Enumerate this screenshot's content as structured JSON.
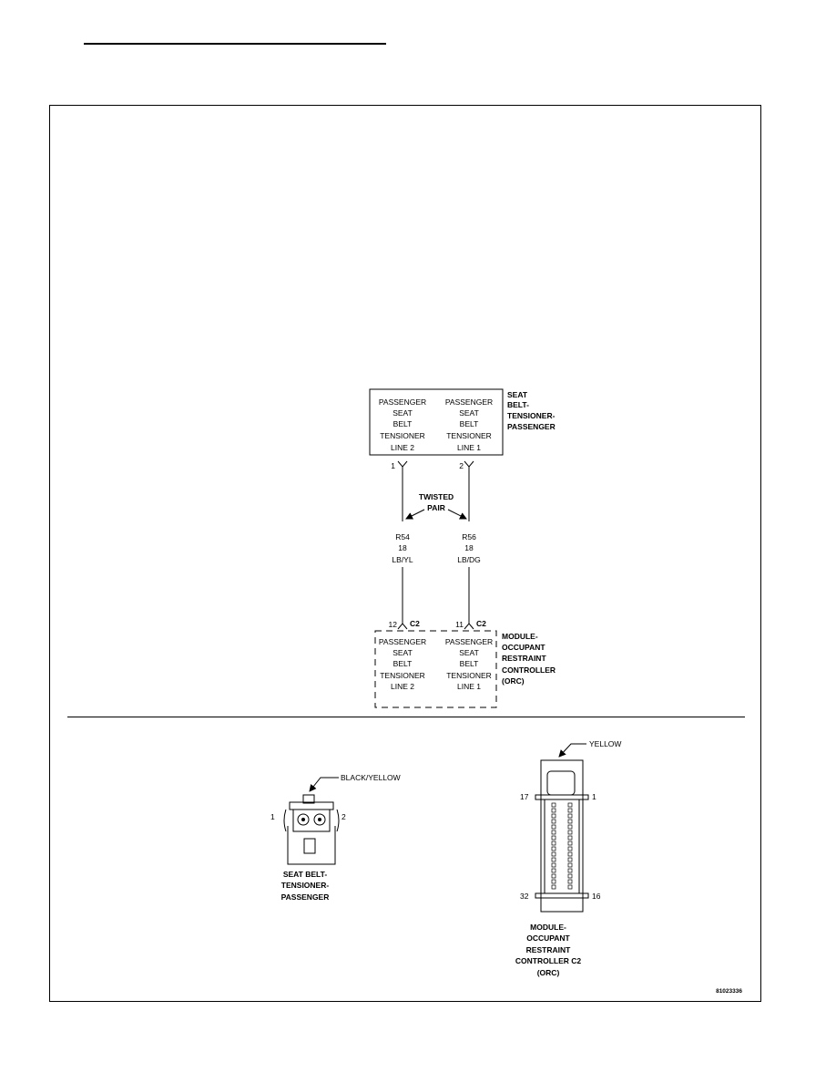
{
  "tensioner": {
    "title": [
      "SEAT",
      "BELT-",
      "TENSIONER-",
      "PASSENGER"
    ],
    "line2": [
      "PASSENGER",
      "SEAT",
      "BELT",
      "TENSIONER",
      "LINE 2"
    ],
    "line1": [
      "PASSENGER",
      "SEAT",
      "BELT",
      "TENSIONER",
      "LINE 1"
    ],
    "pin_left": "1",
    "pin_right": "2"
  },
  "twisted_pair": [
    "TWISTED",
    "PAIR"
  ],
  "wire_left": [
    "R54",
    "18",
    "LB/YL"
  ],
  "wire_right": [
    "R56",
    "18",
    "LB/DG"
  ],
  "orc": {
    "title": [
      "MODULE-",
      "OCCUPANT",
      "RESTRAINT",
      "CONTROLLER",
      "(ORC)"
    ],
    "pin_left": "12",
    "pin_right": "11",
    "connector_tag": "C2",
    "line2": [
      "PASSENGER",
      "SEAT",
      "BELT",
      "TENSIONER",
      "LINE 2"
    ],
    "line1": [
      "PASSENGER",
      "SEAT",
      "BELT",
      "TENSIONER",
      "LINE 1"
    ]
  },
  "connector_views": {
    "tensioner": {
      "color_label": "BLACK/YELLOW",
      "pin_left": "1",
      "pin_right": "2",
      "caption": [
        "SEAT BELT-",
        "TENSIONER-",
        "PASSENGER"
      ]
    },
    "orc": {
      "color_label": "YELLOW",
      "pin_top_left": "17",
      "pin_top_right": "1",
      "pin_bottom_left": "32",
      "pin_bottom_right": "16",
      "caption": [
        "MODULE-",
        "OCCUPANT",
        "RESTRAINT",
        "CONTROLLER C2",
        "(ORC)"
      ]
    }
  },
  "figure_id": "81023336"
}
